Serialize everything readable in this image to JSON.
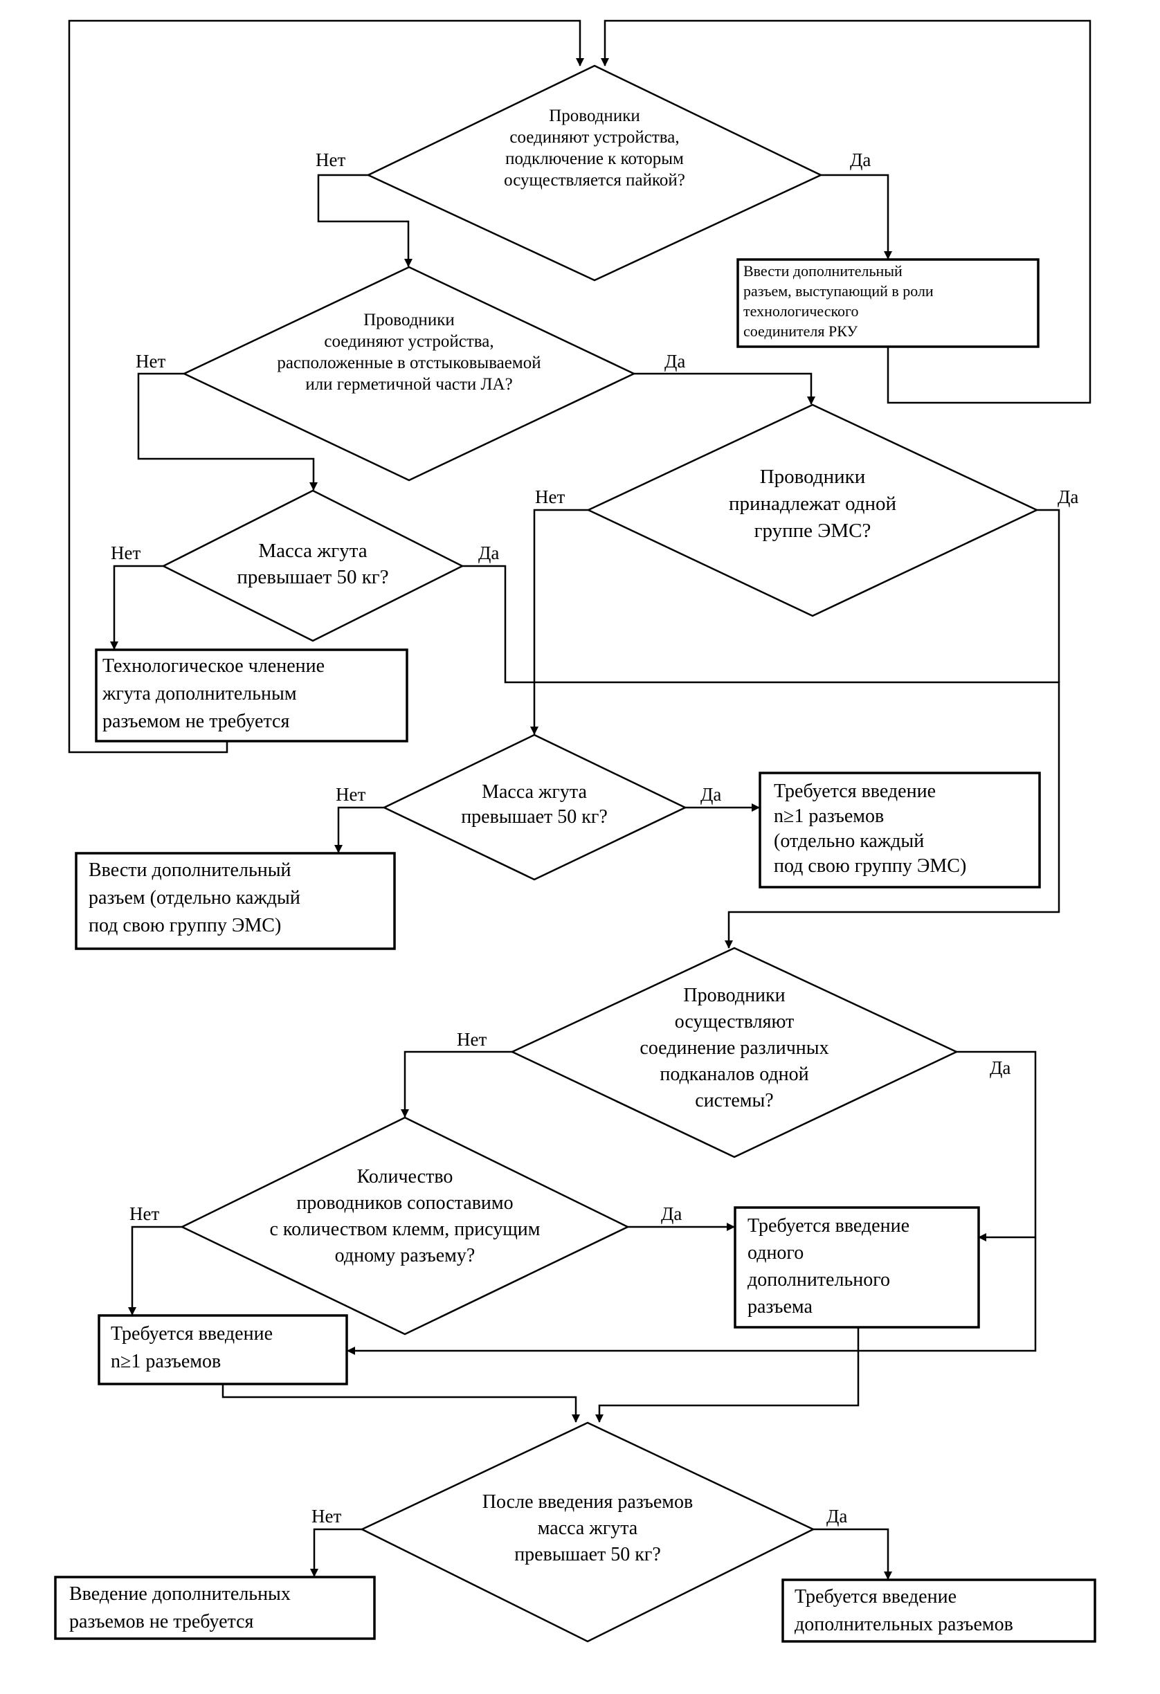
{
  "branch_labels": {
    "yes": "Да",
    "no": "Нет"
  },
  "decisions": {
    "d1": [
      "Проводники",
      "соединяют устройства,",
      "подключение к которым",
      "осуществляется пайкой?"
    ],
    "d2": [
      "Проводники",
      "соединяют устройства,",
      "расположенные в отстыковываемой",
      "или герметичной части ЛА?"
    ],
    "d3": [
      "Масса жгута",
      "превышает 50 кг?"
    ],
    "d4": [
      "Проводники",
      "принадлежат одной",
      "группе ЭМС?"
    ],
    "d5": [
      "Масса жгута",
      "превышает 50 кг?"
    ],
    "d6": [
      "Проводники",
      "осуществляют",
      "соединение различных",
      "подканалов одной",
      "системы?"
    ],
    "d7": [
      "Количество",
      "проводников сопоставимо",
      "с количеством клемм, присущим",
      "одному разъему?"
    ],
    "d8": [
      "После введения разъемов",
      "масса жгута",
      "превышает 50 кг?"
    ]
  },
  "processes": {
    "p1": [
      "Ввести дополнительный",
      "разъем, выступающий в роли",
      "технологического",
      "соединителя  РКУ"
    ],
    "p2": [
      "Технологическое членение",
      "жгута дополнительным",
      "разъемом не требуется"
    ],
    "p3": [
      "Требуется введение",
      "n≥1 разъемов",
      "(отдельно каждый",
      "под свою группу ЭМС)"
    ],
    "p4": [
      "Ввести дополнительный",
      "разъем (отдельно каждый",
      "под свою группу ЭМС)"
    ],
    "p5": [
      "Требуется введение",
      "одного",
      "дополнительного",
      "разъема"
    ],
    "p6": [
      "Требуется введение",
      "n≥1 разъемов"
    ],
    "p7": [
      "Введение дополнительных",
      "разъемов не требуется"
    ],
    "p8": [
      "Требуется введение",
      "дополнительных разъемов"
    ]
  }
}
